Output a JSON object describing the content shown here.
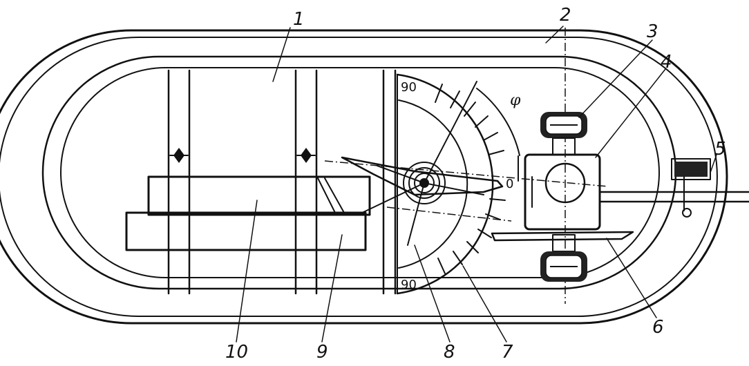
{
  "labels": {
    "l1": "1",
    "l2": "2",
    "l3": "3",
    "l4": "4",
    "l5": "5",
    "l6": "6",
    "l7": "7",
    "l8": "8",
    "l9": "9",
    "l10": "10"
  },
  "scale": {
    "top": "90",
    "bottom": "90",
    "zero": "0"
  },
  "angle_symbol": "φ"
}
